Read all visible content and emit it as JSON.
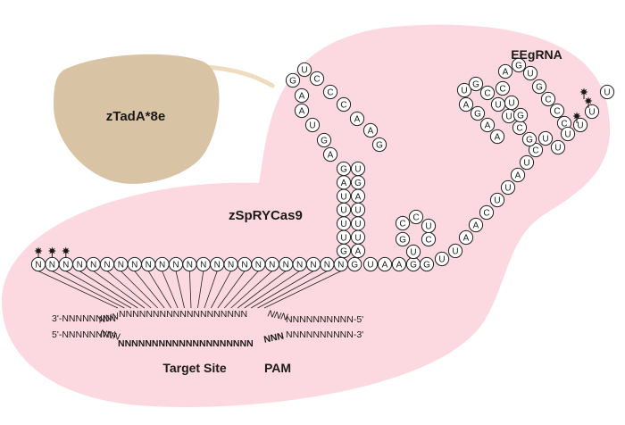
{
  "colors": {
    "protein_fill": "#fcd9e0",
    "deaminase_fill": "#d9c3a5",
    "linker": "#efdcc0",
    "pam_color": "#e02020",
    "ink": "#1a1a1a"
  },
  "labels": {
    "deaminase": "zTadA*8e",
    "cas": "zSpRYCas9",
    "grna": "EEgRNA",
    "target_site": "Target Site",
    "pam": "PAM"
  },
  "guide": {
    "spacer": "NNNNNNNNNNNNNNNNNNNNNNN",
    "spacer_mod": "***",
    "scaffold_start": "G"
  },
  "nucleotides": {
    "stem1_left": "GUUUUAG",
    "stem1_right": "AUUUAGU",
    "loop1": "AGUAAGUCCCAAG",
    "bulge": "UAAG",
    "stem2": "CGUAUCU",
    "hairpin_small": "UGCCU",
    "mid_run": "UAACUU",
    "left_loop": "AAGAUGCUUCG",
    "right_loop": "GUCAGUGCCCUU",
    "tail": "UUU",
    "tail_mod": "***"
  },
  "dna": {
    "top_left": "3'-NNNNNNNN",
    "top_wavy": "NNN",
    "top_mid": "NNNNNNNNNNNNNNNNNNN",
    "top_wavy2": "NNN",
    "top_right": "NNNNNNNNNN-5'",
    "bottom_left": "5'-NNNNNNNN",
    "bottom_wavy": "NNN",
    "bottom_mid": "NNNNNNNNNNNNNNNNNNNN",
    "pam_seq": "NNN",
    "bottom_right": "NNNNNNNNNN-3'"
  }
}
